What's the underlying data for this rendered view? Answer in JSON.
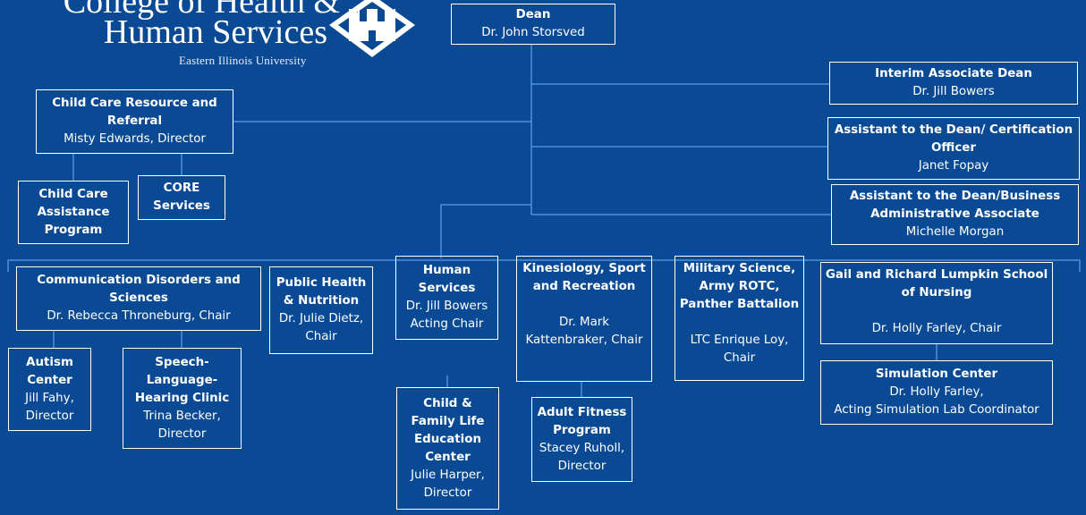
{
  "logo": {
    "line1": "College of Health &",
    "line2": "Human Services",
    "line3": "Eastern Illinois University"
  },
  "dean": {
    "title": "Dean",
    "name": "Dr. John Storsved"
  },
  "staff": {
    "interim_associate_dean": {
      "title": "Interim Associate Dean",
      "name": "Dr. Jill Bowers"
    },
    "assistant_certification": {
      "title": "Assistant to the Dean/ Certification Officer",
      "name": "Janet Fopay"
    },
    "assistant_business": {
      "title": "Assistant to the Dean/Business Administrative Associate",
      "name": "Michelle Morgan"
    }
  },
  "child_care": {
    "resource": {
      "title": "Child Care Resource and Referral",
      "name": "Misty Edwards, Director"
    },
    "assistance": {
      "title": "Child Care Assistance Program"
    },
    "core": {
      "title": "CORE Services"
    }
  },
  "departments": {
    "cds": {
      "title": "Communication Disorders and Sciences",
      "name": "Dr. Rebecca Throneburg, Chair"
    },
    "public_health": {
      "title": "Public Health & Nutrition",
      "name": "Dr. Julie Dietz, Chair"
    },
    "human_services": {
      "title": "Human Services",
      "name": "Dr. Jill Bowers Acting Chair"
    },
    "kinesiology": {
      "title": "Kinesiology, Sport and Recreation",
      "name": "Dr. Mark Kattenbraker, Chair"
    },
    "military": {
      "title": "Military Science, Army ROTC, Panther Battalion",
      "name": "LTC Enrique Loy, Chair"
    },
    "nursing": {
      "title": "Gail and Richard Lumpkin School of Nursing",
      "name": "Dr. Holly Farley, Chair"
    }
  },
  "centers": {
    "autism": {
      "title": "Autism Center",
      "name": "Jill Fahy, Director"
    },
    "speech": {
      "title": "Speech-Language-Hearing Clinic",
      "name": "Trina Becker, Director"
    },
    "child_family": {
      "title": "Child & Family Life Education Center",
      "name": "Julie Harper, Director"
    },
    "adult_fitness": {
      "title": "Adult Fitness Program",
      "name": "Stacey Ruholl, Director"
    },
    "simulation": {
      "title": "Simulation Center",
      "name": "Dr. Holly Farley,",
      "role": "Acting Simulation Lab Coordinator"
    }
  }
}
